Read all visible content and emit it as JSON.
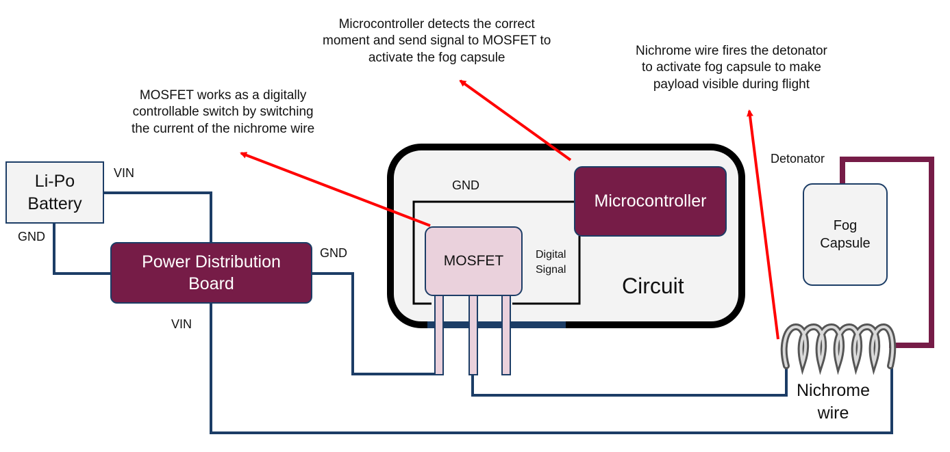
{
  "annotations": {
    "microcontroller": "Microcontroller detects the correct\nmoment and send signal to MOSFET to\nactivate the fog capsule",
    "mosfet": "MOSFET works as a digitally\ncontrollable switch by switching\nthe current of the nichrome wire",
    "nichrome": "Nichrome wire fires the detonator\nto activate fog capsule to make\npayload visible during flight"
  },
  "components": {
    "battery": "Li-Po\nBattery",
    "pdb": "Power Distribution\nBoard",
    "microcontroller": "Microcontroller",
    "mosfet": "MOSFET",
    "circuit": "Circuit",
    "fog_capsule": "Fog\nCapsule",
    "nichrome": "Nichrome\nwire"
  },
  "labels": {
    "vin_battery": "VIN",
    "gnd_battery": "GND",
    "gnd_pdb": "GND",
    "vin_pdb": "VIN",
    "gnd_circuit": "GND",
    "digital_signal": "Digital\nSignal",
    "detonator": "Detonator"
  },
  "colors": {
    "wire_navy": "#1c3d66",
    "board_maroon": "#761c47",
    "detonator_wire": "#761c47",
    "arrow_red": "#ff0000",
    "mosfet_fill": "#ead1dc",
    "circuit_fill": "#f3f3f3",
    "box_border": "#1c3d66",
    "battery_fill": "#f3f3f3"
  }
}
